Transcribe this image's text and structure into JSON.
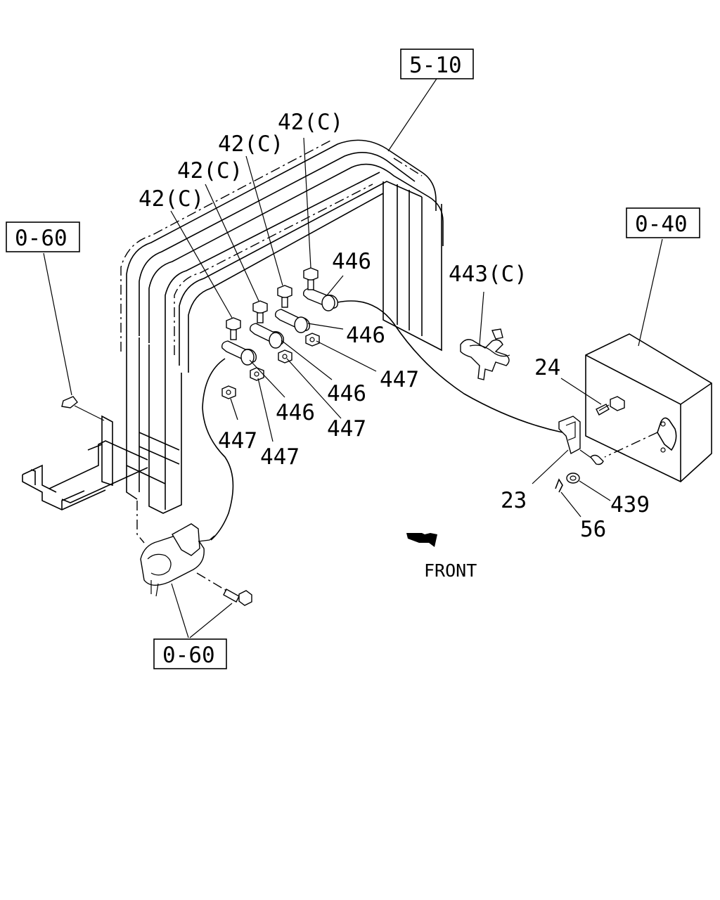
{
  "references": {
    "top": "5-10",
    "left": "0-60",
    "right": "0-40",
    "bottom": "0-60"
  },
  "labels": {
    "bolt_c1": "42(C)",
    "bolt_c2": "42(C)",
    "bolt_c3": "42(C)",
    "bolt_c4": "42(C)",
    "clip_a": "446",
    "clip_b": "446",
    "clip_c": "446",
    "clip_d": "446",
    "nut_a": "447",
    "nut_b": "447",
    "nut_c": "447",
    "nut_d": "447",
    "harness": "443(C)",
    "bolt_24": "24",
    "bracket_23": "23",
    "washer_439": "439",
    "pin_56": "56",
    "front": "FRONT"
  }
}
